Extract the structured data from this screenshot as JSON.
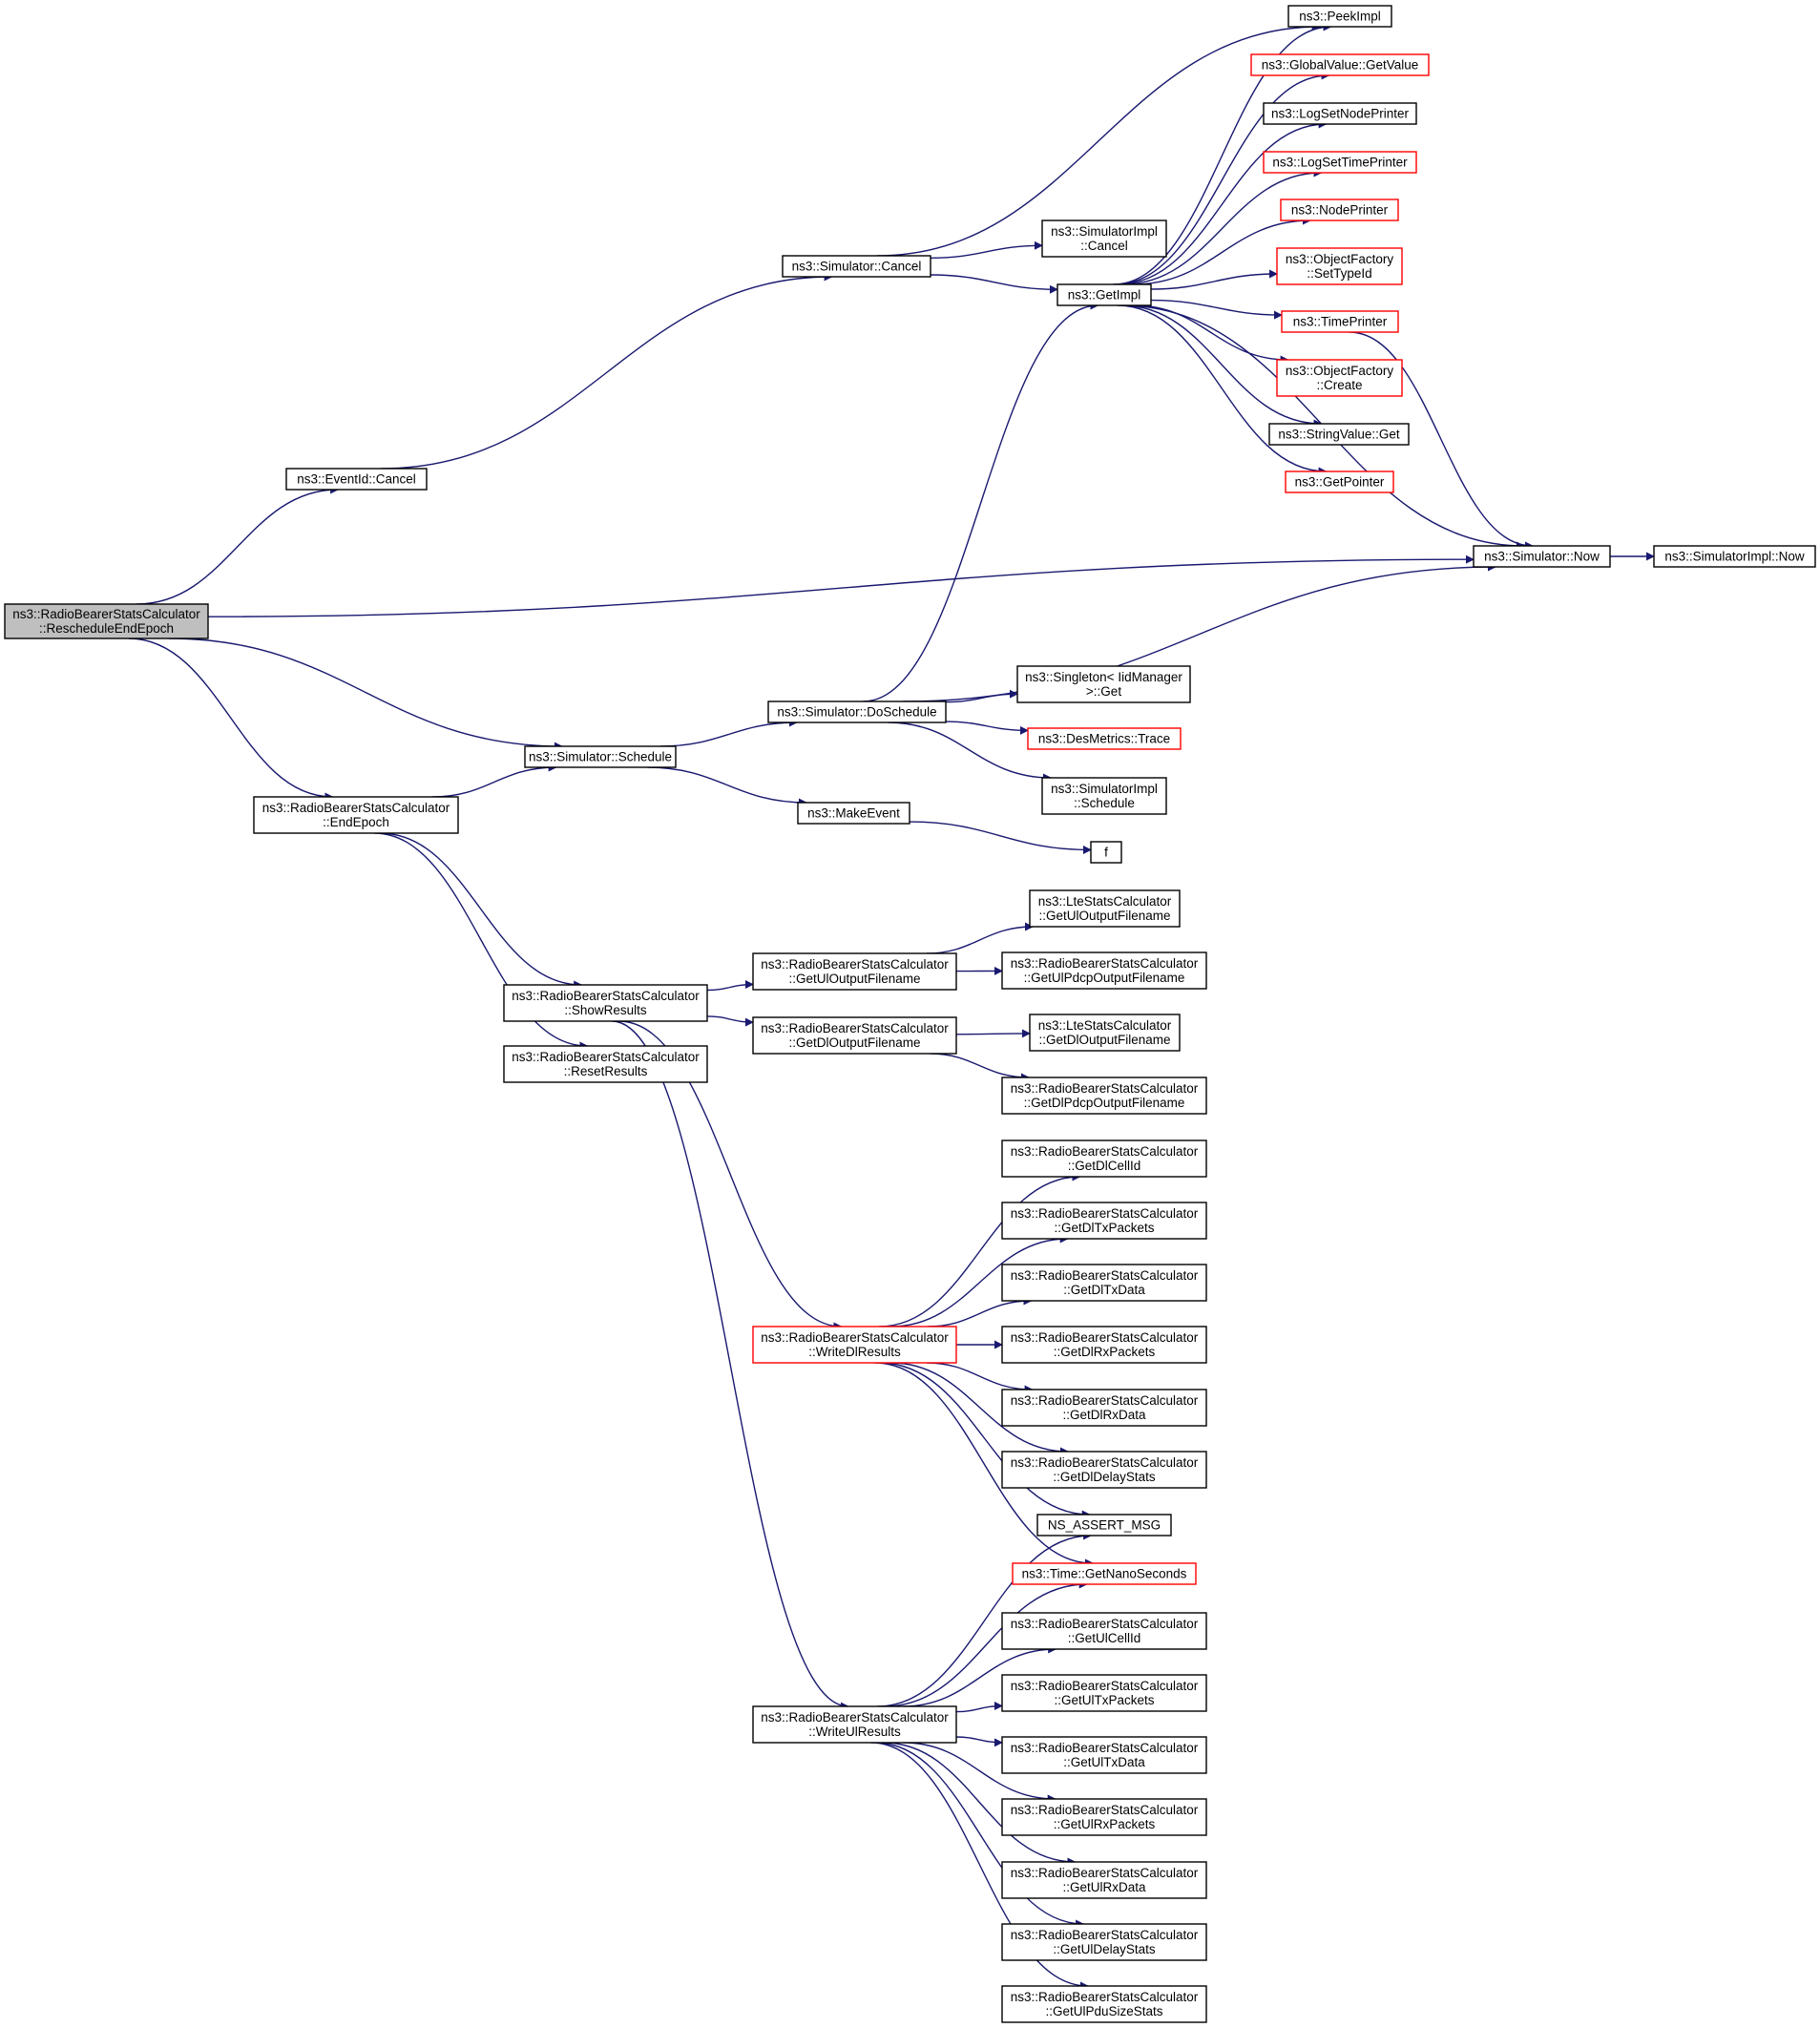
{
  "nodes": [
    {
      "id": "root",
      "lines": [
        "ns3::RadioBearerStatsCalculator",
        "::RescheduleEndEpoch"
      ],
      "style": "root"
    },
    {
      "id": "evcancel",
      "lines": [
        "ns3::EventId::Cancel"
      ],
      "style": "normal"
    },
    {
      "id": "endepoch",
      "lines": [
        "ns3::RadioBearerStatsCalculator",
        "::EndEpoch"
      ],
      "style": "normal"
    },
    {
      "id": "schedule",
      "lines": [
        "ns3::Simulator::Schedule"
      ],
      "style": "normal"
    },
    {
      "id": "showres",
      "lines": [
        "ns3::RadioBearerStatsCalculator",
        "::ShowResults"
      ],
      "style": "normal"
    },
    {
      "id": "resetres",
      "lines": [
        "ns3::RadioBearerStatsCalculator",
        "::ResetResults"
      ],
      "style": "normal"
    },
    {
      "id": "simcancel",
      "lines": [
        "ns3::Simulator::Cancel"
      ],
      "style": "normal"
    },
    {
      "id": "doschedule",
      "lines": [
        "ns3::Simulator::DoSchedule"
      ],
      "style": "normal"
    },
    {
      "id": "makeevent",
      "lines": [
        "ns3::MakeEvent"
      ],
      "style": "normal"
    },
    {
      "id": "getulout",
      "lines": [
        "ns3::RadioBearerStatsCalculator",
        "::GetUlOutputFilename"
      ],
      "style": "normal"
    },
    {
      "id": "getdlout",
      "lines": [
        "ns3::RadioBearerStatsCalculator",
        "::GetDlOutputFilename"
      ],
      "style": "normal"
    },
    {
      "id": "writedl",
      "lines": [
        "ns3::RadioBearerStatsCalculator",
        "::WriteDlResults"
      ],
      "style": "red"
    },
    {
      "id": "writeul",
      "lines": [
        "ns3::RadioBearerStatsCalculator",
        "::WriteUlResults"
      ],
      "style": "normal"
    },
    {
      "id": "simimplcancel",
      "lines": [
        "ns3::SimulatorImpl",
        "::Cancel"
      ],
      "style": "normal"
    },
    {
      "id": "getimpl",
      "lines": [
        "ns3::GetImpl"
      ],
      "style": "normal"
    },
    {
      "id": "singleton",
      "lines": [
        "ns3::Singleton< IidManager",
        ">::Get"
      ],
      "style": "normal"
    },
    {
      "id": "desmetrics",
      "lines": [
        "ns3::DesMetrics::Trace"
      ],
      "style": "red"
    },
    {
      "id": "simimplsched",
      "lines": [
        "ns3::SimulatorImpl",
        "::Schedule"
      ],
      "style": "normal"
    },
    {
      "id": "f",
      "lines": [
        "f"
      ],
      "style": "normal"
    },
    {
      "id": "ltegetul",
      "lines": [
        "ns3::LteStatsCalculator",
        "::GetUlOutputFilename"
      ],
      "style": "normal"
    },
    {
      "id": "getulpdcp",
      "lines": [
        "ns3::RadioBearerStatsCalculator",
        "::GetUlPdcpOutputFilename"
      ],
      "style": "normal"
    },
    {
      "id": "ltegetdl",
      "lines": [
        "ns3::LteStatsCalculator",
        "::GetDlOutputFilename"
      ],
      "style": "normal"
    },
    {
      "id": "getdlpdcp",
      "lines": [
        "ns3::RadioBearerStatsCalculator",
        "::GetDlPdcpOutputFilename"
      ],
      "style": "normal"
    },
    {
      "id": "getdlcell",
      "lines": [
        "ns3::RadioBearerStatsCalculator",
        "::GetDlCellId"
      ],
      "style": "normal"
    },
    {
      "id": "getdltxp",
      "lines": [
        "ns3::RadioBearerStatsCalculator",
        "::GetDlTxPackets"
      ],
      "style": "normal"
    },
    {
      "id": "getdltxd",
      "lines": [
        "ns3::RadioBearerStatsCalculator",
        "::GetDlTxData"
      ],
      "style": "normal"
    },
    {
      "id": "getdlrxp",
      "lines": [
        "ns3::RadioBearerStatsCalculator",
        "::GetDlRxPackets"
      ],
      "style": "normal"
    },
    {
      "id": "getdlrxd",
      "lines": [
        "ns3::RadioBearerStatsCalculator",
        "::GetDlRxData"
      ],
      "style": "normal"
    },
    {
      "id": "getdldelay",
      "lines": [
        "ns3::RadioBearerStatsCalculator",
        "::GetDlDelayStats"
      ],
      "style": "normal"
    },
    {
      "id": "assert",
      "lines": [
        "NS_ASSERT_MSG"
      ],
      "style": "normal"
    },
    {
      "id": "nanosec",
      "lines": [
        "ns3::Time::GetNanoSeconds"
      ],
      "style": "red"
    },
    {
      "id": "getulcell",
      "lines": [
        "ns3::RadioBearerStatsCalculator",
        "::GetUlCellId"
      ],
      "style": "normal"
    },
    {
      "id": "getultxp",
      "lines": [
        "ns3::RadioBearerStatsCalculator",
        "::GetUlTxPackets"
      ],
      "style": "normal"
    },
    {
      "id": "getultxd",
      "lines": [
        "ns3::RadioBearerStatsCalculator",
        "::GetUlTxData"
      ],
      "style": "normal"
    },
    {
      "id": "getulrxp",
      "lines": [
        "ns3::RadioBearerStatsCalculator",
        "::GetUlRxPackets"
      ],
      "style": "normal"
    },
    {
      "id": "getulrxd",
      "lines": [
        "ns3::RadioBearerStatsCalculator",
        "::GetUlRxData"
      ],
      "style": "normal"
    },
    {
      "id": "getuldelay",
      "lines": [
        "ns3::RadioBearerStatsCalculator",
        "::GetUlDelayStats"
      ],
      "style": "normal"
    },
    {
      "id": "getulpdu",
      "lines": [
        "ns3::RadioBearerStatsCalculator",
        "::GetUlPduSizeStats"
      ],
      "style": "normal"
    },
    {
      "id": "peekimpl",
      "lines": [
        "ns3::PeekImpl"
      ],
      "style": "normal"
    },
    {
      "id": "globalval",
      "lines": [
        "ns3::GlobalValue::GetValue"
      ],
      "style": "red"
    },
    {
      "id": "lognode",
      "lines": [
        "ns3::LogSetNodePrinter"
      ],
      "style": "normal"
    },
    {
      "id": "logtime",
      "lines": [
        "ns3::LogSetTimePrinter"
      ],
      "style": "red"
    },
    {
      "id": "nodeprinter",
      "lines": [
        "ns3::NodePrinter"
      ],
      "style": "red"
    },
    {
      "id": "settypeid",
      "lines": [
        "ns3::ObjectFactory",
        "::SetTypeId"
      ],
      "style": "red"
    },
    {
      "id": "timeprinter",
      "lines": [
        "ns3::TimePrinter"
      ],
      "style": "red"
    },
    {
      "id": "objcreate",
      "lines": [
        "ns3::ObjectFactory",
        "::Create"
      ],
      "style": "red"
    },
    {
      "id": "stringget",
      "lines": [
        "ns3::StringValue::Get"
      ],
      "style": "normal"
    },
    {
      "id": "getpointer",
      "lines": [
        "ns3::GetPointer"
      ],
      "style": "red"
    },
    {
      "id": "simnow",
      "lines": [
        "ns3::Simulator::Now"
      ],
      "style": "normal"
    },
    {
      "id": "simimplnow",
      "lines": [
        "ns3::SimulatorImpl::Now"
      ],
      "style": "normal"
    }
  ],
  "edges": [
    [
      "root",
      "evcancel"
    ],
    [
      "root",
      "simnow"
    ],
    [
      "root",
      "schedule"
    ],
    [
      "root",
      "endepoch"
    ],
    [
      "evcancel",
      "simcancel"
    ],
    [
      "endepoch",
      "schedule"
    ],
    [
      "endepoch",
      "showres"
    ],
    [
      "endepoch",
      "resetres"
    ],
    [
      "schedule",
      "doschedule"
    ],
    [
      "schedule",
      "makeevent"
    ],
    [
      "simcancel",
      "peekimpl"
    ],
    [
      "simcancel",
      "simimplcancel"
    ],
    [
      "simcancel",
      "getimpl"
    ],
    [
      "doschedule",
      "getimpl"
    ],
    [
      "doschedule",
      "simnow"
    ],
    [
      "doschedule",
      "singleton"
    ],
    [
      "doschedule",
      "desmetrics"
    ],
    [
      "doschedule",
      "simimplsched"
    ],
    [
      "makeevent",
      "f"
    ],
    [
      "showres",
      "getulout"
    ],
    [
      "showres",
      "getdlout"
    ],
    [
      "showres",
      "writedl"
    ],
    [
      "showres",
      "writeul"
    ],
    [
      "getulout",
      "ltegetul"
    ],
    [
      "getulout",
      "getulpdcp"
    ],
    [
      "getdlout",
      "ltegetdl"
    ],
    [
      "getdlout",
      "getdlpdcp"
    ],
    [
      "getimpl",
      "peekimpl"
    ],
    [
      "getimpl",
      "globalval"
    ],
    [
      "getimpl",
      "lognode"
    ],
    [
      "getimpl",
      "logtime"
    ],
    [
      "getimpl",
      "nodeprinter"
    ],
    [
      "getimpl",
      "settypeid"
    ],
    [
      "getimpl",
      "timeprinter"
    ],
    [
      "getimpl",
      "objcreate"
    ],
    [
      "getimpl",
      "stringget"
    ],
    [
      "getimpl",
      "getpointer"
    ],
    [
      "getimpl",
      "simnow"
    ],
    [
      "timeprinter",
      "simnow"
    ],
    [
      "simnow",
      "simimplnow"
    ],
    [
      "writedl",
      "getdlcell"
    ],
    [
      "writedl",
      "getdltxp"
    ],
    [
      "writedl",
      "getdltxd"
    ],
    [
      "writedl",
      "getdlrxp"
    ],
    [
      "writedl",
      "getdlrxd"
    ],
    [
      "writedl",
      "getdldelay"
    ],
    [
      "writedl",
      "assert"
    ],
    [
      "writedl",
      "nanosec"
    ],
    [
      "writeul",
      "assert"
    ],
    [
      "writeul",
      "nanosec"
    ],
    [
      "writeul",
      "getulcell"
    ],
    [
      "writeul",
      "getultxp"
    ],
    [
      "writeul",
      "getultxd"
    ],
    [
      "writeul",
      "getulrxp"
    ],
    [
      "writeul",
      "getulrxd"
    ],
    [
      "writeul",
      "getuldelay"
    ],
    [
      "writeul",
      "getulpdu"
    ]
  ],
  "colors": {
    "edge": "#191970",
    "border": "#000000",
    "border_red": "#ff0000",
    "root_fill": "#bfbfbf"
  }
}
